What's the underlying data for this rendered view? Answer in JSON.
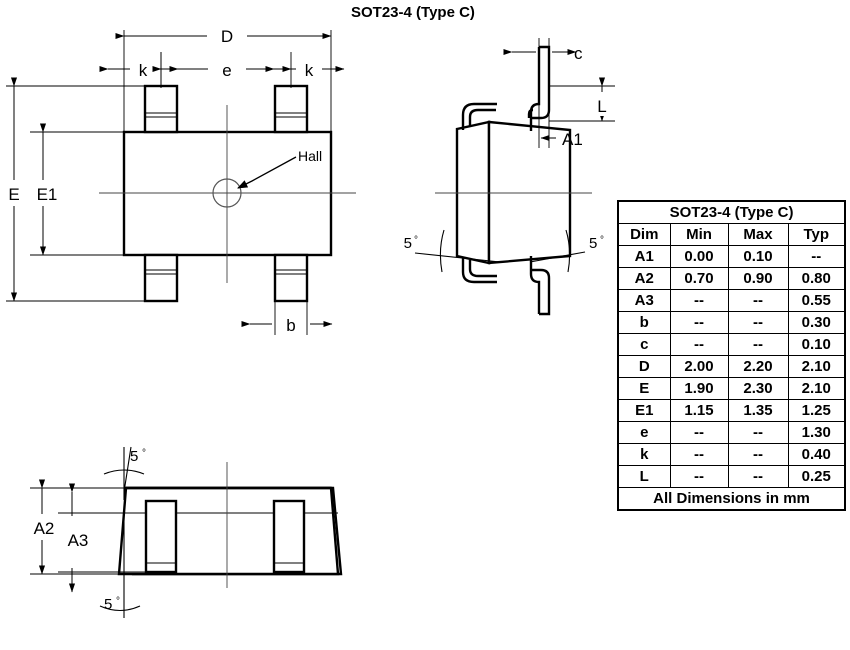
{
  "title": "SOT23-4 (Type C)",
  "top_view": {
    "labels": {
      "D": "D",
      "k_left": "k",
      "e": "e",
      "k_right": "k",
      "E": "E",
      "E1": "E1",
      "b": "b",
      "hall": "Hall"
    }
  },
  "side_view": {
    "labels": {
      "c": "c",
      "L": "L",
      "A1": "A1",
      "angle_left": "5",
      "angle_left_unit": "°",
      "angle_right": "5",
      "angle_right_unit": "°"
    }
  },
  "front_view": {
    "labels": {
      "A2": "A2",
      "A3": "A3",
      "angle_top": "5",
      "angle_top_unit": "°",
      "angle_bottom": "5",
      "angle_bottom_unit": "°"
    }
  },
  "spec_table": {
    "title": "SOT23-4 (Type C)",
    "columns": [
      "Dim",
      "Min",
      "Max",
      "Typ"
    ],
    "rows": [
      {
        "dim": "A1",
        "min": "0.00",
        "max": "0.10",
        "typ": "--"
      },
      {
        "dim": "A2",
        "min": "0.70",
        "max": "0.90",
        "typ": "0.80"
      },
      {
        "dim": "A3",
        "min": "--",
        "max": "--",
        "typ": "0.55"
      },
      {
        "dim": "b",
        "min": "--",
        "max": "--",
        "typ": "0.30"
      },
      {
        "dim": "c",
        "min": "--",
        "max": "--",
        "typ": "0.10"
      },
      {
        "dim": "D",
        "min": "2.00",
        "max": "2.20",
        "typ": "2.10"
      },
      {
        "dim": "E",
        "min": "1.90",
        "max": "2.30",
        "typ": "2.10"
      },
      {
        "dim": "E1",
        "min": "1.15",
        "max": "1.35",
        "typ": "1.25"
      },
      {
        "dim": "e",
        "min": "--",
        "max": "--",
        "typ": "1.30"
      },
      {
        "dim": "k",
        "min": "--",
        "max": "--",
        "typ": "0.40"
      },
      {
        "dim": "L",
        "min": "--",
        "max": "--",
        "typ": "0.25"
      }
    ],
    "footer": "All Dimensions in mm"
  },
  "colors": {
    "line": "#000000",
    "background": "#ffffff",
    "centerline": "#444444"
  }
}
